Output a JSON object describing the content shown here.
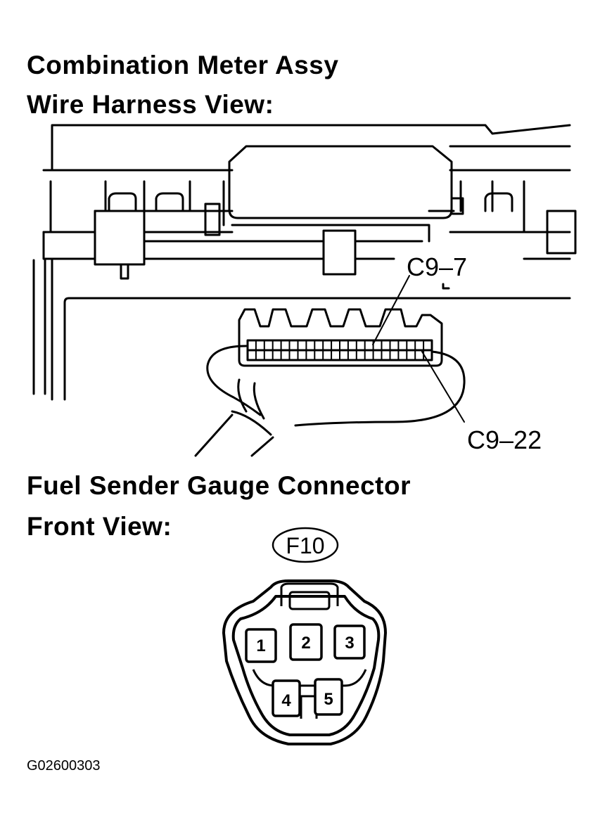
{
  "meter": {
    "title_line1": "Combination Meter Assy",
    "title_line2": "Wire Harness View:",
    "callout_top": "C9–7",
    "callout_bottom": "C9–22"
  },
  "sender": {
    "title_line1": "Fuel Sender Gauge Connector",
    "title_line2": "Front View:",
    "connector_tag": "F10",
    "pins": [
      "1",
      "2",
      "3",
      "4",
      "5"
    ]
  },
  "figure_code": "G02600303"
}
